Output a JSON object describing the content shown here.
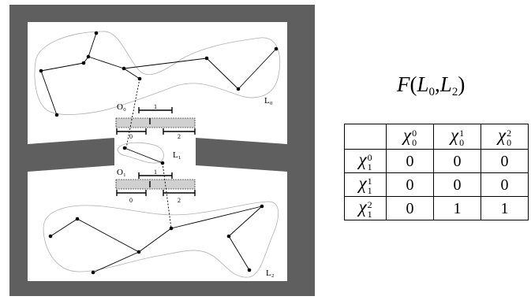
{
  "diagram": {
    "frame_color": "#5f5f5f",
    "labels": {
      "l0": "L₀",
      "l1": "L₁",
      "l2": "L₂",
      "o0": "O₀",
      "o1": "O₁"
    },
    "ruler_top": {
      "tick_a": "1",
      "tick_b": "0",
      "tick_c": "2"
    },
    "ruler_bottom": {
      "tick_a": "1",
      "tick_b": "0",
      "tick_c": "2"
    }
  },
  "formula": {
    "func": "F",
    "open": "(",
    "arg1": "L",
    "arg1_sub": "0",
    "comma": ",",
    "arg2": "L",
    "arg2_sub": "2",
    "close": ")"
  },
  "matrix": {
    "symbol": "χ",
    "columns": [
      {
        "sup": "0",
        "sub": "0"
      },
      {
        "sup": "1",
        "sub": "0"
      },
      {
        "sup": "2",
        "sub": "0"
      }
    ],
    "rows": [
      {
        "sup": "0",
        "sub": "1",
        "values": [
          "0",
          "0",
          "0"
        ]
      },
      {
        "sup": "1",
        "sub": "1",
        "values": [
          "0",
          "0",
          "0"
        ]
      },
      {
        "sup": "2",
        "sub": "1",
        "values": [
          "0",
          "1",
          "1"
        ]
      }
    ]
  }
}
